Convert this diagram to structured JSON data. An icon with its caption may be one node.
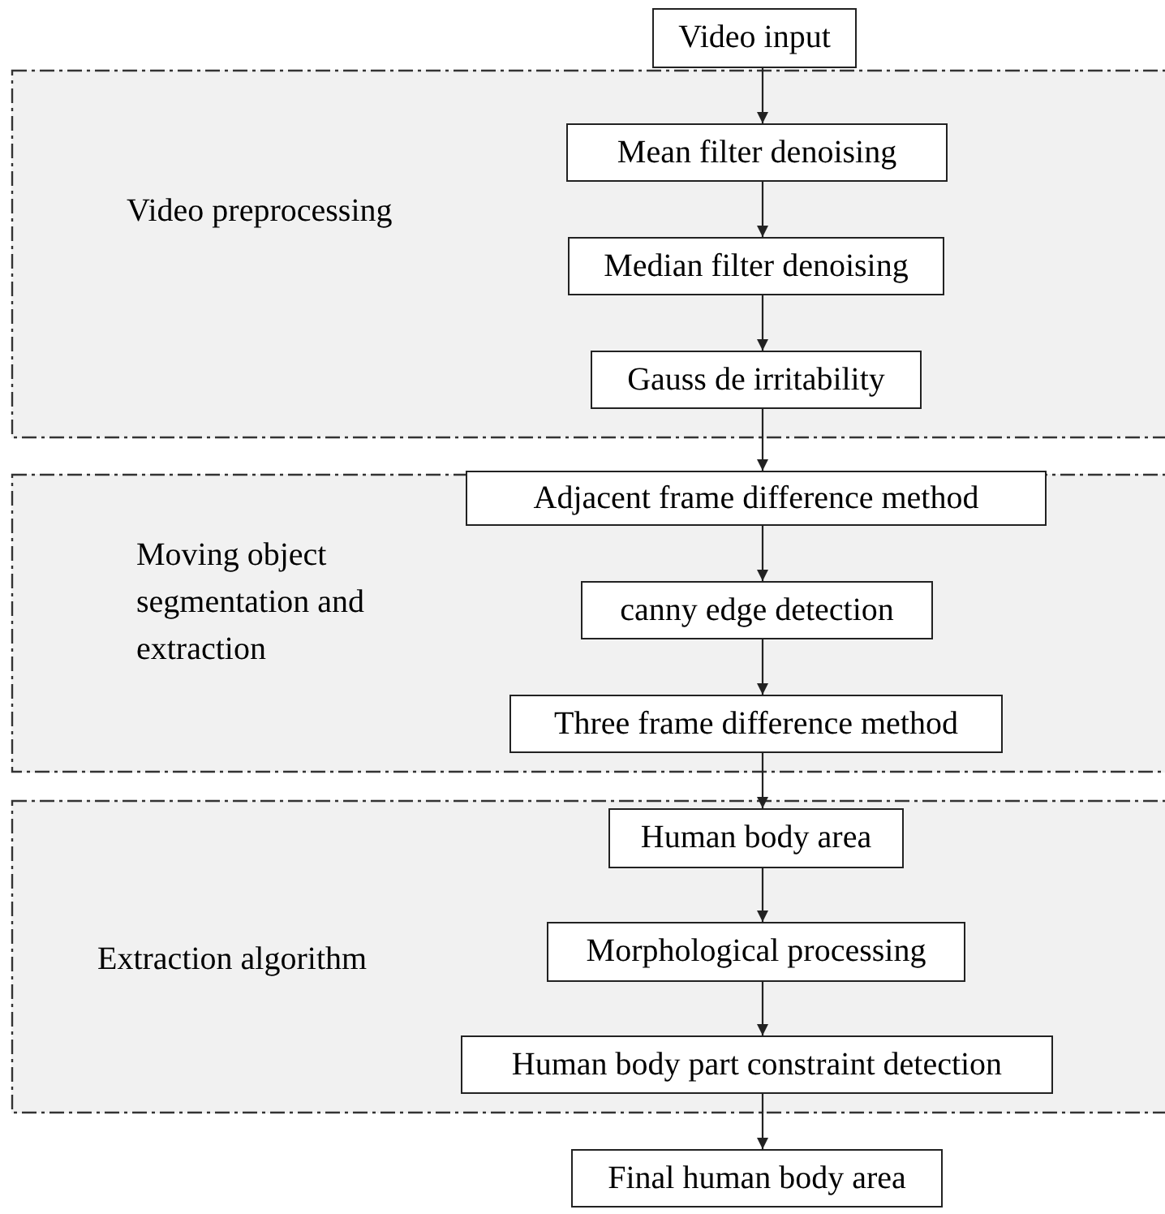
{
  "diagram": {
    "nodes": [
      {
        "text": [
          "Video input"
        ]
      },
      {
        "text": [
          "Video preprocessing"
        ]
      },
      {
        "text": [
          "Mean filter denoising"
        ],
        "in": 1
      },
      {
        "text": [
          "Median filter denoising"
        ],
        "in": 1
      },
      {
        "text": [
          "Gauss de irritability"
        ],
        "in": 1
      },
      {
        "text": [
          "Moving object segmentation and extraction"
        ]
      },
      {
        "text": [
          "Adjacent frame difference method"
        ],
        "in": 5
      },
      {
        "text": [
          "canny edge detection"
        ],
        "in": 5
      },
      {
        "text": [
          "Three frame difference method"
        ],
        "in": 5
      },
      {
        "text": [
          "Extraction algorithm"
        ]
      },
      {
        "text": [
          "Human body area"
        ],
        "in": 9
      },
      {
        "text": [
          "Morphological processing"
        ],
        "in": 9
      },
      {
        "text": [
          "Human body part constraint detection"
        ],
        "in": 9
      },
      {
        "text": [
          "Final human body area"
        ]
      }
    ],
    "edges": [
      {
        "from": 0,
        "to": 2,
        "arrow": "to"
      },
      {
        "from": 2,
        "to": 3,
        "arrow": "to"
      },
      {
        "from": 3,
        "to": 4,
        "arrow": "to"
      },
      {
        "from": 4,
        "to": 6,
        "arrow": "to"
      },
      {
        "from": 6,
        "to": 7,
        "arrow": "to"
      },
      {
        "from": 7,
        "to": 8,
        "arrow": "to"
      },
      {
        "from": 8,
        "to": 10,
        "arrow": "to"
      },
      {
        "from": 10,
        "to": 11,
        "arrow": "to"
      },
      {
        "from": 11,
        "to": 12,
        "arrow": "to"
      },
      {
        "from": 12,
        "to": 13,
        "arrow": "to"
      }
    ]
  }
}
